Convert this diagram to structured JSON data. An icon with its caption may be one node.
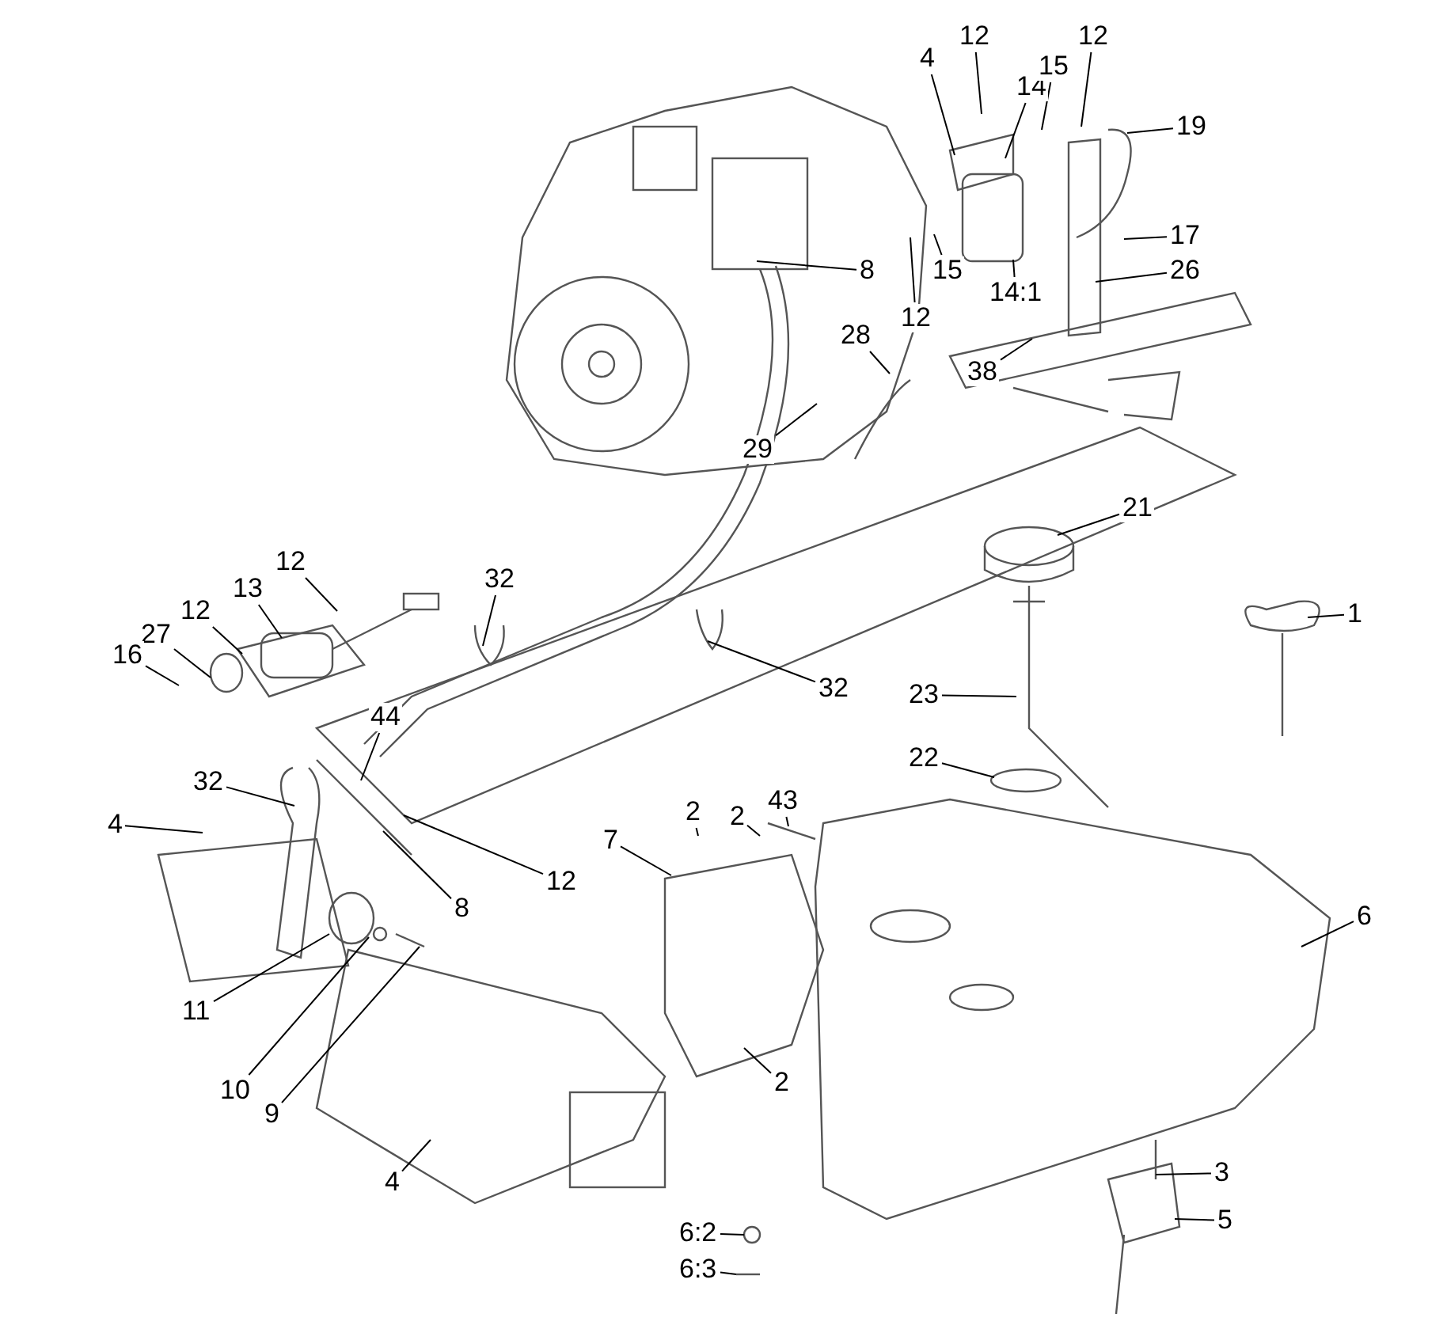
{
  "diagram": {
    "nodes": [
      {
        "text": [
          "12"
        ]
      },
      {
        "text": [
          "12"
        ]
      },
      {
        "text": [
          "4"
        ]
      },
      {
        "text": [
          "14"
        ]
      },
      {
        "text": [
          "15"
        ]
      },
      {
        "text": [
          "19"
        ]
      },
      {
        "text": [
          "17"
        ]
      },
      {
        "text": [
          "8"
        ]
      },
      {
        "text": [
          "15"
        ]
      },
      {
        "text": [
          "26"
        ]
      },
      {
        "text": [
          "14:1"
        ]
      },
      {
        "text": [
          "12"
        ]
      },
      {
        "text": [
          "28"
        ]
      },
      {
        "text": [
          "38"
        ]
      },
      {
        "text": [
          "29"
        ]
      },
      {
        "text": [
          "21"
        ]
      },
      {
        "text": [
          "12"
        ]
      },
      {
        "text": [
          "32"
        ]
      },
      {
        "text": [
          "13"
        ]
      },
      {
        "text": [
          "1"
        ]
      },
      {
        "text": [
          "12"
        ]
      },
      {
        "text": [
          "27"
        ]
      },
      {
        "text": [
          "16"
        ]
      },
      {
        "text": [
          "32"
        ]
      },
      {
        "text": [
          "23"
        ]
      },
      {
        "text": [
          "44"
        ]
      },
      {
        "text": [
          "22"
        ]
      },
      {
        "text": [
          "32"
        ]
      },
      {
        "text": [
          "43"
        ]
      },
      {
        "text": [
          "2"
        ]
      },
      {
        "text": [
          "2"
        ]
      },
      {
        "text": [
          "4"
        ]
      },
      {
        "text": [
          "7"
        ]
      },
      {
        "text": [
          "12"
        ]
      },
      {
        "text": [
          "8"
        ]
      },
      {
        "text": [
          "6"
        ]
      },
      {
        "text": [
          "11"
        ]
      },
      {
        "text": [
          "2"
        ]
      },
      {
        "text": [
          "10"
        ]
      },
      {
        "text": [
          "9"
        ]
      },
      {
        "text": [
          "3"
        ]
      },
      {
        "text": [
          "4"
        ]
      },
      {
        "text": [
          "5"
        ]
      },
      {
        "text": [
          "6:2"
        ]
      },
      {
        "text": [
          "6:3"
        ]
      }
    ],
    "edges": [
      {
        "from": 0,
        "to": null,
        "arrow": "none"
      },
      {
        "from": 1,
        "to": null,
        "arrow": "none"
      },
      {
        "from": 2,
        "to": null,
        "arrow": "none"
      },
      {
        "from": 3,
        "to": null,
        "arrow": "none"
      },
      {
        "from": 4,
        "to": null,
        "arrow": "none"
      },
      {
        "from": 5,
        "to": null,
        "arrow": "none"
      },
      {
        "from": 6,
        "to": null,
        "arrow": "none"
      },
      {
        "from": 7,
        "to": null,
        "arrow": "none"
      },
      {
        "from": 8,
        "to": null,
        "arrow": "none"
      },
      {
        "from": 9,
        "to": null,
        "arrow": "none"
      },
      {
        "from": 10,
        "to": null,
        "arrow": "none"
      },
      {
        "from": 11,
        "to": null,
        "arrow": "none"
      },
      {
        "from": 12,
        "to": null,
        "arrow": "none"
      },
      {
        "from": 13,
        "to": null,
        "arrow": "none"
      },
      {
        "from": 14,
        "to": null,
        "arrow": "none"
      },
      {
        "from": 15,
        "to": null,
        "arrow": "none"
      },
      {
        "from": 16,
        "to": null,
        "arrow": "none"
      },
      {
        "from": 17,
        "to": null,
        "arrow": "none"
      },
      {
        "from": 18,
        "to": null,
        "arrow": "none"
      },
      {
        "from": 19,
        "to": null,
        "arrow": "none"
      },
      {
        "from": 20,
        "to": null,
        "arrow": "none"
      },
      {
        "from": 21,
        "to": null,
        "arrow": "none"
      },
      {
        "from": 22,
        "to": null,
        "arrow": "none"
      },
      {
        "from": 23,
        "to": null,
        "arrow": "none"
      },
      {
        "from": 24,
        "to": null,
        "arrow": "none"
      },
      {
        "from": 25,
        "to": null,
        "arrow": "none"
      },
      {
        "from": 26,
        "to": null,
        "arrow": "none"
      },
      {
        "from": 27,
        "to": null,
        "arrow": "none"
      },
      {
        "from": 28,
        "to": null,
        "arrow": "none"
      },
      {
        "from": 29,
        "to": null,
        "arrow": "none"
      },
      {
        "from": 30,
        "to": null,
        "arrow": "none"
      },
      {
        "from": 31,
        "to": null,
        "arrow": "none"
      },
      {
        "from": 32,
        "to": null,
        "arrow": "none"
      },
      {
        "from": 33,
        "to": null,
        "arrow": "none"
      },
      {
        "from": 34,
        "to": null,
        "arrow": "none"
      },
      {
        "from": 35,
        "to": null,
        "arrow": "none"
      },
      {
        "from": 36,
        "to": null,
        "arrow": "none"
      },
      {
        "from": 37,
        "to": null,
        "arrow": "none"
      },
      {
        "from": 38,
        "to": null,
        "arrow": "none"
      },
      {
        "from": 39,
        "to": null,
        "arrow": "none"
      },
      {
        "from": 40,
        "to": null,
        "arrow": "none"
      },
      {
        "from": 41,
        "to": null,
        "arrow": "none"
      },
      {
        "from": 42,
        "to": null,
        "arrow": "none"
      },
      {
        "from": 43,
        "to": null,
        "arrow": "none"
      },
      {
        "from": 44,
        "to": null,
        "arrow": "none"
      }
    ]
  }
}
